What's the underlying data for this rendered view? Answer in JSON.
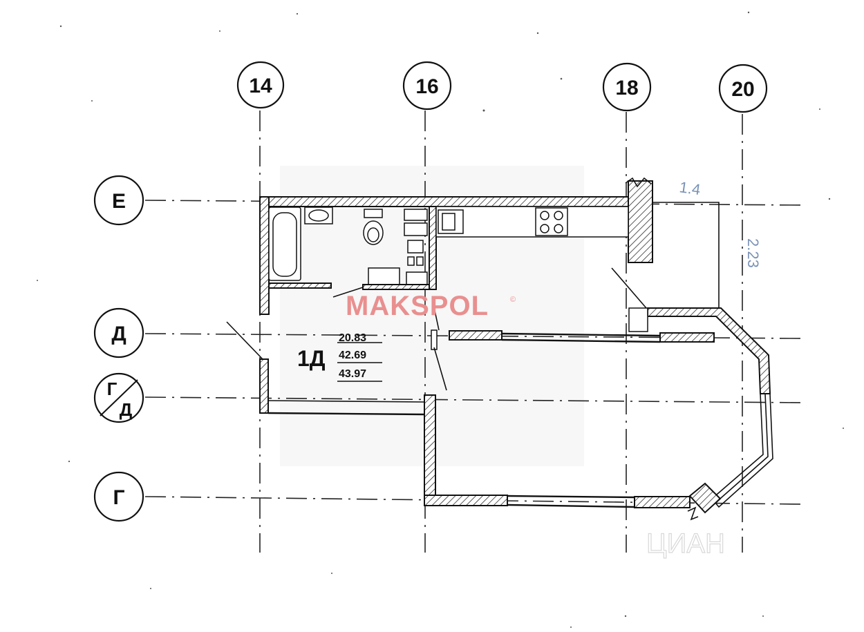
{
  "axes_vertical": [
    "14",
    "16",
    "18",
    "20"
  ],
  "axes_horizontal": [
    "Е",
    "Д",
    "Г"
  ],
  "axis_fraction": {
    "top": "Г",
    "bottom": "Д"
  },
  "unit": {
    "label": "1Д",
    "areas": [
      "20.83",
      "42.69",
      "43.97"
    ]
  },
  "brand": {
    "name": "MAKSPOL",
    "mark": "©"
  },
  "handwritten_notes": [
    "1.4",
    "2.23"
  ],
  "watermark": "ЦИАН",
  "colors": {
    "line": "#111111",
    "brand": "#e98f8f",
    "note": "#7a92b8"
  }
}
